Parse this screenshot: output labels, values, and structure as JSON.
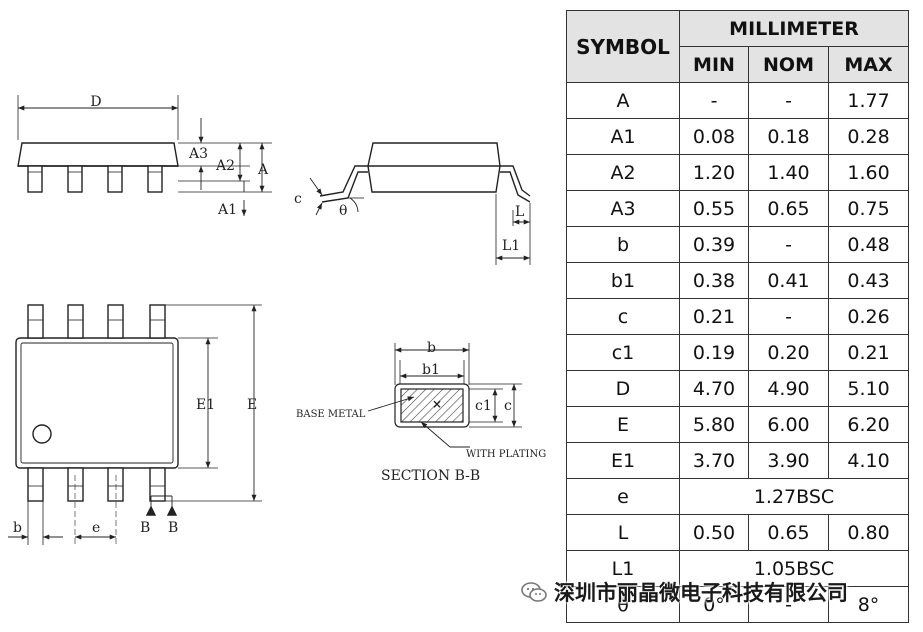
{
  "drawing": {
    "labels": {
      "D": "D",
      "A3": "A3",
      "A2": "A2",
      "A": "A",
      "A1": "A1",
      "c": "c",
      "theta": "θ",
      "L": "L",
      "L1": "L1",
      "E1": "E1",
      "E": "E",
      "b": "b",
      "e": "e",
      "B1": "B",
      "B2": "B",
      "b_sec": "b",
      "b1_sec": "b1",
      "c1_sec": "c1",
      "c_sec": "c",
      "base_metal": "BASE METAL",
      "with_plating": "WITH PLATING",
      "section_title": "SECTION B-B"
    }
  },
  "table": {
    "header": {
      "symbol": "SYMBOL",
      "unit": "MILLIMETER",
      "min": "MIN",
      "nom": "NOM",
      "max": "MAX"
    },
    "rows": [
      {
        "symbol": "A",
        "min": "-",
        "nom": "-",
        "max": "1.77"
      },
      {
        "symbol": "A1",
        "min": "0.08",
        "nom": "0.18",
        "max": "0.28"
      },
      {
        "symbol": "A2",
        "min": "1.20",
        "nom": "1.40",
        "max": "1.60"
      },
      {
        "symbol": "A3",
        "min": "0.55",
        "nom": "0.65",
        "max": "0.75"
      },
      {
        "symbol": "b",
        "min": "0.39",
        "nom": "-",
        "max": "0.48"
      },
      {
        "symbol": "b1",
        "min": "0.38",
        "nom": "0.41",
        "max": "0.43"
      },
      {
        "symbol": "c",
        "min": "0.21",
        "nom": "-",
        "max": "0.26"
      },
      {
        "symbol": "c1",
        "min": "0.19",
        "nom": "0.20",
        "max": "0.21"
      },
      {
        "symbol": "D",
        "min": "4.70",
        "nom": "4.90",
        "max": "5.10"
      },
      {
        "symbol": "E",
        "min": "5.80",
        "nom": "6.00",
        "max": "6.20"
      },
      {
        "symbol": "E1",
        "min": "3.70",
        "nom": "3.90",
        "max": "4.10"
      },
      {
        "symbol": "e",
        "merged": "1.27BSC"
      },
      {
        "symbol": "L",
        "min": "0.50",
        "nom": "0.65",
        "max": "0.80"
      },
      {
        "symbol": "L1",
        "merged": "1.05BSC"
      },
      {
        "symbol": "θ",
        "min": "0°",
        "nom": "-",
        "max": "8°"
      }
    ]
  },
  "watermark": {
    "text": "深圳市丽晶微电子科技有限公司"
  }
}
